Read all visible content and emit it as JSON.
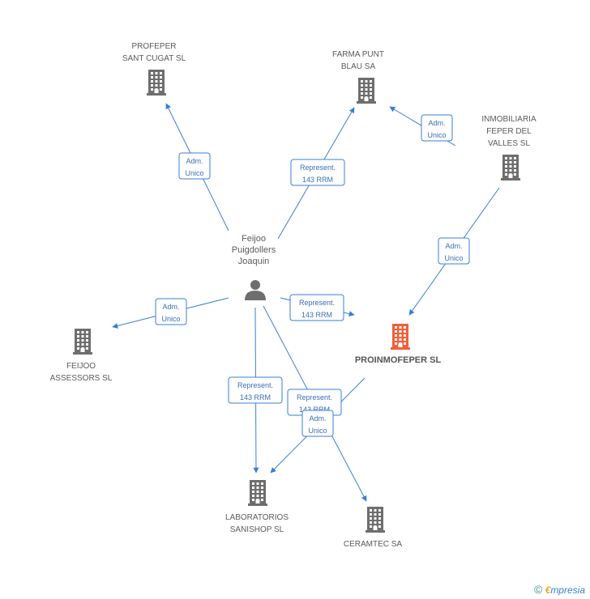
{
  "colors": {
    "edge": "#3a7fd5",
    "building": "#6e6e6e",
    "building_main": "#f0603c",
    "person": "#6e6e6e"
  },
  "person": {
    "lines": [
      "Feijoo",
      "Puigdollers",
      "Joaquin"
    ],
    "icon": "person-icon"
  },
  "companies": [
    {
      "id": "profeper",
      "lines": [
        "PROFEPER",
        "SANT CUGAT SL"
      ],
      "main": false,
      "icon": "building-icon"
    },
    {
      "id": "farma",
      "lines": [
        "FARMA PUNT",
        "BLAU SA"
      ],
      "main": false,
      "icon": "building-icon"
    },
    {
      "id": "inmobiliaria",
      "lines": [
        "INMOBILIARIA",
        "FEPER DEL",
        "VALLES SL"
      ],
      "main": false,
      "icon": "building-icon"
    },
    {
      "id": "proinmofeper",
      "lines": [
        "PROINMOFEPER SL"
      ],
      "main": true,
      "icon": "building-icon"
    },
    {
      "id": "feijoo",
      "lines": [
        "FEIJOO",
        "ASSESSORS SL"
      ],
      "main": false,
      "icon": "building-icon"
    },
    {
      "id": "laboratorios",
      "lines": [
        "LABORATORIOS",
        "SANISHOP SL"
      ],
      "main": false,
      "icon": "building-icon"
    },
    {
      "id": "ceramtec",
      "lines": [
        "CERAMTEC SA"
      ],
      "main": false,
      "icon": "building-icon"
    }
  ],
  "relations": [
    {
      "id": "r1",
      "label": [
        "Adm.",
        "Unico"
      ]
    },
    {
      "id": "r2",
      "label": [
        "Represent.",
        "143 RRM"
      ]
    },
    {
      "id": "r3",
      "label": [
        "Adm.",
        "Unico"
      ]
    },
    {
      "id": "r4",
      "label": [
        "Adm.",
        "Unico"
      ]
    },
    {
      "id": "r5",
      "label": [
        "Represent.",
        "143 RRM"
      ]
    },
    {
      "id": "r6",
      "label": [
        "Adm.",
        "Unico"
      ]
    },
    {
      "id": "r7",
      "label": [
        "Represent.",
        "143 RRM"
      ]
    },
    {
      "id": "r8",
      "label": [
        "Represent.",
        "143 RRM"
      ]
    },
    {
      "id": "r9",
      "label": [
        "Adm.",
        "Unico"
      ]
    }
  ],
  "footer": {
    "copyright": "©",
    "brand_first": "€",
    "brand_rest": "mpresia"
  }
}
